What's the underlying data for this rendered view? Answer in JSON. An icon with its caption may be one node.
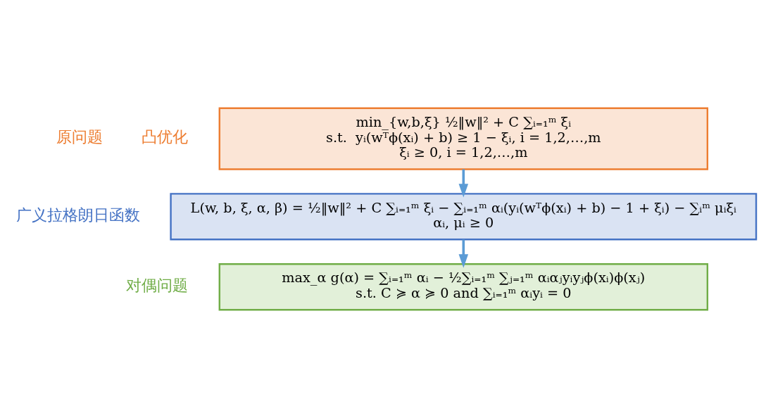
{
  "diagram": {
    "nodes": [
      {
        "text": [
          "min_{w,b,ξ} ½‖w‖² + C ∑ᵢ₌₁ᵐ ξᵢ",
          "s.t.  yᵢ(wᵀϕ(xᵢ) + b) ≥ 1 − ξᵢ, i = 1,2,…,m",
          "ξᵢ ≥ 0, i = 1,2,…,m"
        ],
        "beside": [
          "原问题",
          "凸优化"
        ]
      },
      {
        "text": [
          "L(w, b, ξ, α, β) = ½‖w‖² + C ∑ᵢ₌₁ᵐ ξᵢ − ∑ᵢ₌₁ᵐ αᵢ(yᵢ(wᵀϕ(xᵢ) + b) − 1 + ξᵢ) − ∑ᵢᵐ μᵢξᵢ",
          "αᵢ, μᵢ ≥ 0"
        ],
        "beside": [
          "广义拉格朗日函数"
        ]
      },
      {
        "text": [
          "max_α g(α) = ∑ᵢ₌₁ᵐ αᵢ − ½∑ᵢ₌₁ᵐ ∑ⱼ₌₁ᵐ αᵢαⱼyᵢyⱼϕ(xᵢ)ϕ(xⱼ)",
          "s.t. C ≽ α ≽ 0 and ∑ᵢ₌₁ᵐ αᵢyᵢ = 0"
        ],
        "beside": [
          "对偶问题"
        ]
      }
    ],
    "edges": [
      {
        "from": 0,
        "to": 1,
        "arrow": "to"
      },
      {
        "from": 1,
        "to": 2,
        "arrow": "to"
      }
    ]
  }
}
